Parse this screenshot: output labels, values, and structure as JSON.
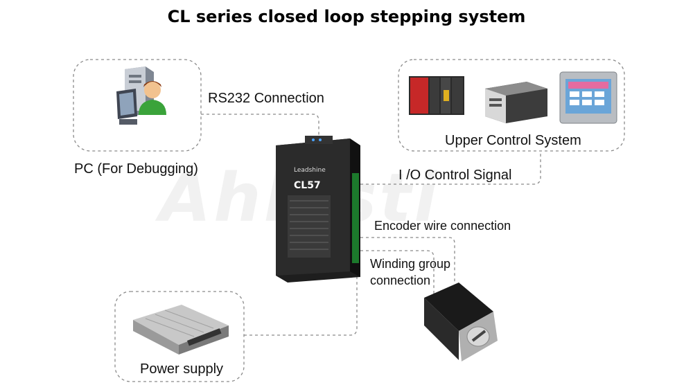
{
  "title": "CL series closed loop stepping system",
  "watermark": "Ahlasti",
  "nodes": {
    "pc": {
      "label": "PC (For Debugging)"
    },
    "upper": {
      "label": "Upper Control System"
    },
    "power": {
      "label": "Power supply"
    },
    "driver": {
      "model": "CL57",
      "brand": "Leadshine"
    }
  },
  "connections": {
    "rs232": "RS232 Connection",
    "io": "I /O Control Signal",
    "encoder": "Encoder wire connection",
    "winding_line1": "Winding group",
    "winding_line2": "connection"
  },
  "icons": {
    "pc": "pc-user-icon",
    "plc": "plc-icon",
    "industrial_pc": "industrial-pc-icon",
    "hmi": "hmi-touchscreen-icon",
    "psu": "power-supply-icon",
    "motor": "stepper-motor-icon",
    "driver": "stepper-driver-icon"
  }
}
